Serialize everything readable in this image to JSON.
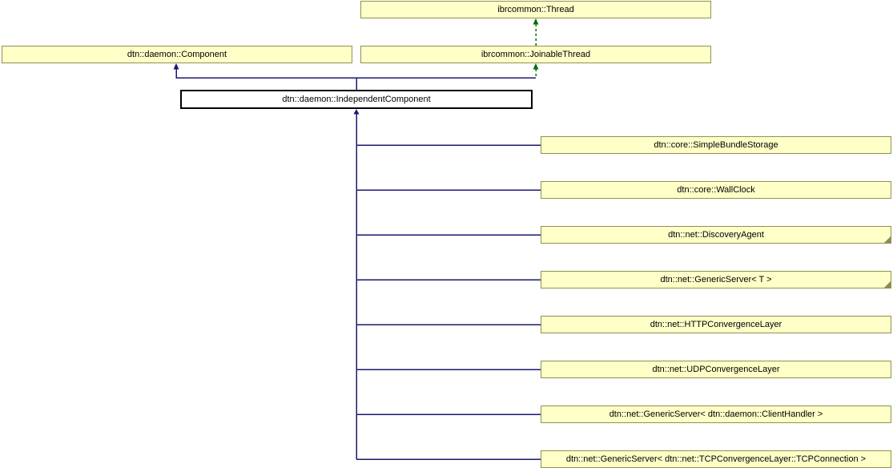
{
  "diagram": {
    "kind": "class-inheritance-graph",
    "colors": {
      "node_fill": "#ffffc8",
      "node_border": "#91914d",
      "focus_node_fill": "#ffffff",
      "focus_node_border": "#000000",
      "public_inheritance_edge": "#191970",
      "protected_inheritance_edge": "#007000",
      "background": "#ffffff"
    },
    "nodes": {
      "thread": {
        "label": "ibrcommon::Thread"
      },
      "component": {
        "label": "dtn::daemon::Component"
      },
      "joinable_thread": {
        "label": "ibrcommon::JoinableThread"
      },
      "independent_component": {
        "label": "dtn::daemon::IndependentComponent"
      },
      "derived": [
        {
          "label": "dtn::core::SimpleBundleStorage",
          "truncated": false
        },
        {
          "label": "dtn::core::WallClock",
          "truncated": false
        },
        {
          "label": "dtn::net::DiscoveryAgent",
          "truncated": true
        },
        {
          "label": "dtn::net::GenericServer< T >",
          "truncated": true
        },
        {
          "label": "dtn::net::HTTPConvergenceLayer",
          "truncated": false
        },
        {
          "label": "dtn::net::UDPConvergenceLayer",
          "truncated": false
        },
        {
          "label": "dtn::net::GenericServer< dtn::daemon::ClientHandler >",
          "truncated": false
        },
        {
          "label": "dtn::net::GenericServer< dtn::net::TCPConvergenceLayer::TCPConnection >",
          "truncated": false
        }
      ]
    },
    "relations": [
      {
        "child": "ibrcommon::JoinableThread",
        "parent": "ibrcommon::Thread",
        "style": "protected-dashed-green"
      },
      {
        "child": "dtn::daemon::IndependentComponent",
        "parent": "dtn::daemon::Component",
        "style": "public-solid-blue"
      },
      {
        "child": "dtn::daemon::IndependentComponent",
        "parent": "ibrcommon::JoinableThread",
        "style": "protected-dashed-green"
      },
      {
        "child": "dtn::core::SimpleBundleStorage",
        "parent": "dtn::daemon::IndependentComponent",
        "style": "public-solid-blue"
      },
      {
        "child": "dtn::core::WallClock",
        "parent": "dtn::daemon::IndependentComponent",
        "style": "public-solid-blue"
      },
      {
        "child": "dtn::net::DiscoveryAgent",
        "parent": "dtn::daemon::IndependentComponent",
        "style": "public-solid-blue"
      },
      {
        "child": "dtn::net::GenericServer< T >",
        "parent": "dtn::daemon::IndependentComponent",
        "style": "public-solid-blue"
      },
      {
        "child": "dtn::net::HTTPConvergenceLayer",
        "parent": "dtn::daemon::IndependentComponent",
        "style": "public-solid-blue"
      },
      {
        "child": "dtn::net::UDPConvergenceLayer",
        "parent": "dtn::daemon::IndependentComponent",
        "style": "public-solid-blue"
      },
      {
        "child": "dtn::net::GenericServer< dtn::daemon::ClientHandler >",
        "parent": "dtn::daemon::IndependentComponent",
        "style": "public-solid-blue"
      },
      {
        "child": "dtn::net::GenericServer< dtn::net::TCPConvergenceLayer::TCPConnection >",
        "parent": "dtn::daemon::IndependentComponent",
        "style": "public-solid-blue"
      }
    ]
  }
}
